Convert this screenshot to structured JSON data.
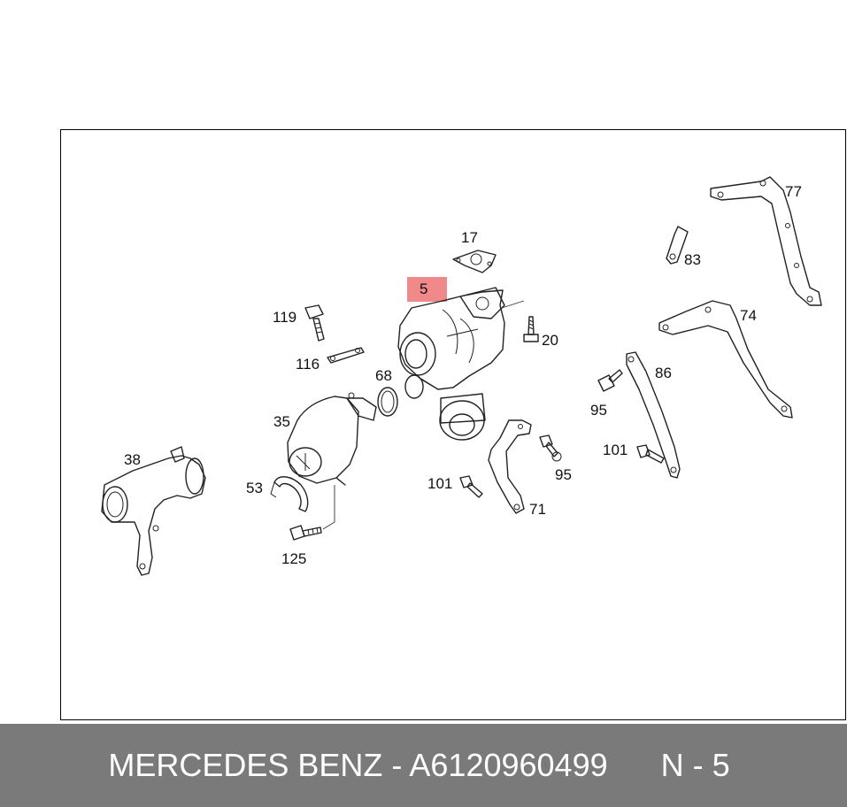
{
  "diagram": {
    "highlight_color": "#f08a8a",
    "labels": {
      "l77": "77",
      "l83": "83",
      "l17": "17",
      "l5": "5",
      "l74": "74",
      "l119": "119",
      "l20": "20",
      "l116": "116",
      "l68": "68",
      "l86": "86",
      "l95a": "95",
      "l35": "35",
      "l101a": "101",
      "l95b": "95",
      "l38": "38",
      "l101b": "101",
      "l53": "53",
      "l71": "71",
      "l125": "125"
    }
  },
  "footer": {
    "text": "MERCEDES BENZ - A6120960499      N - 5",
    "background": "#7a7a7a"
  }
}
